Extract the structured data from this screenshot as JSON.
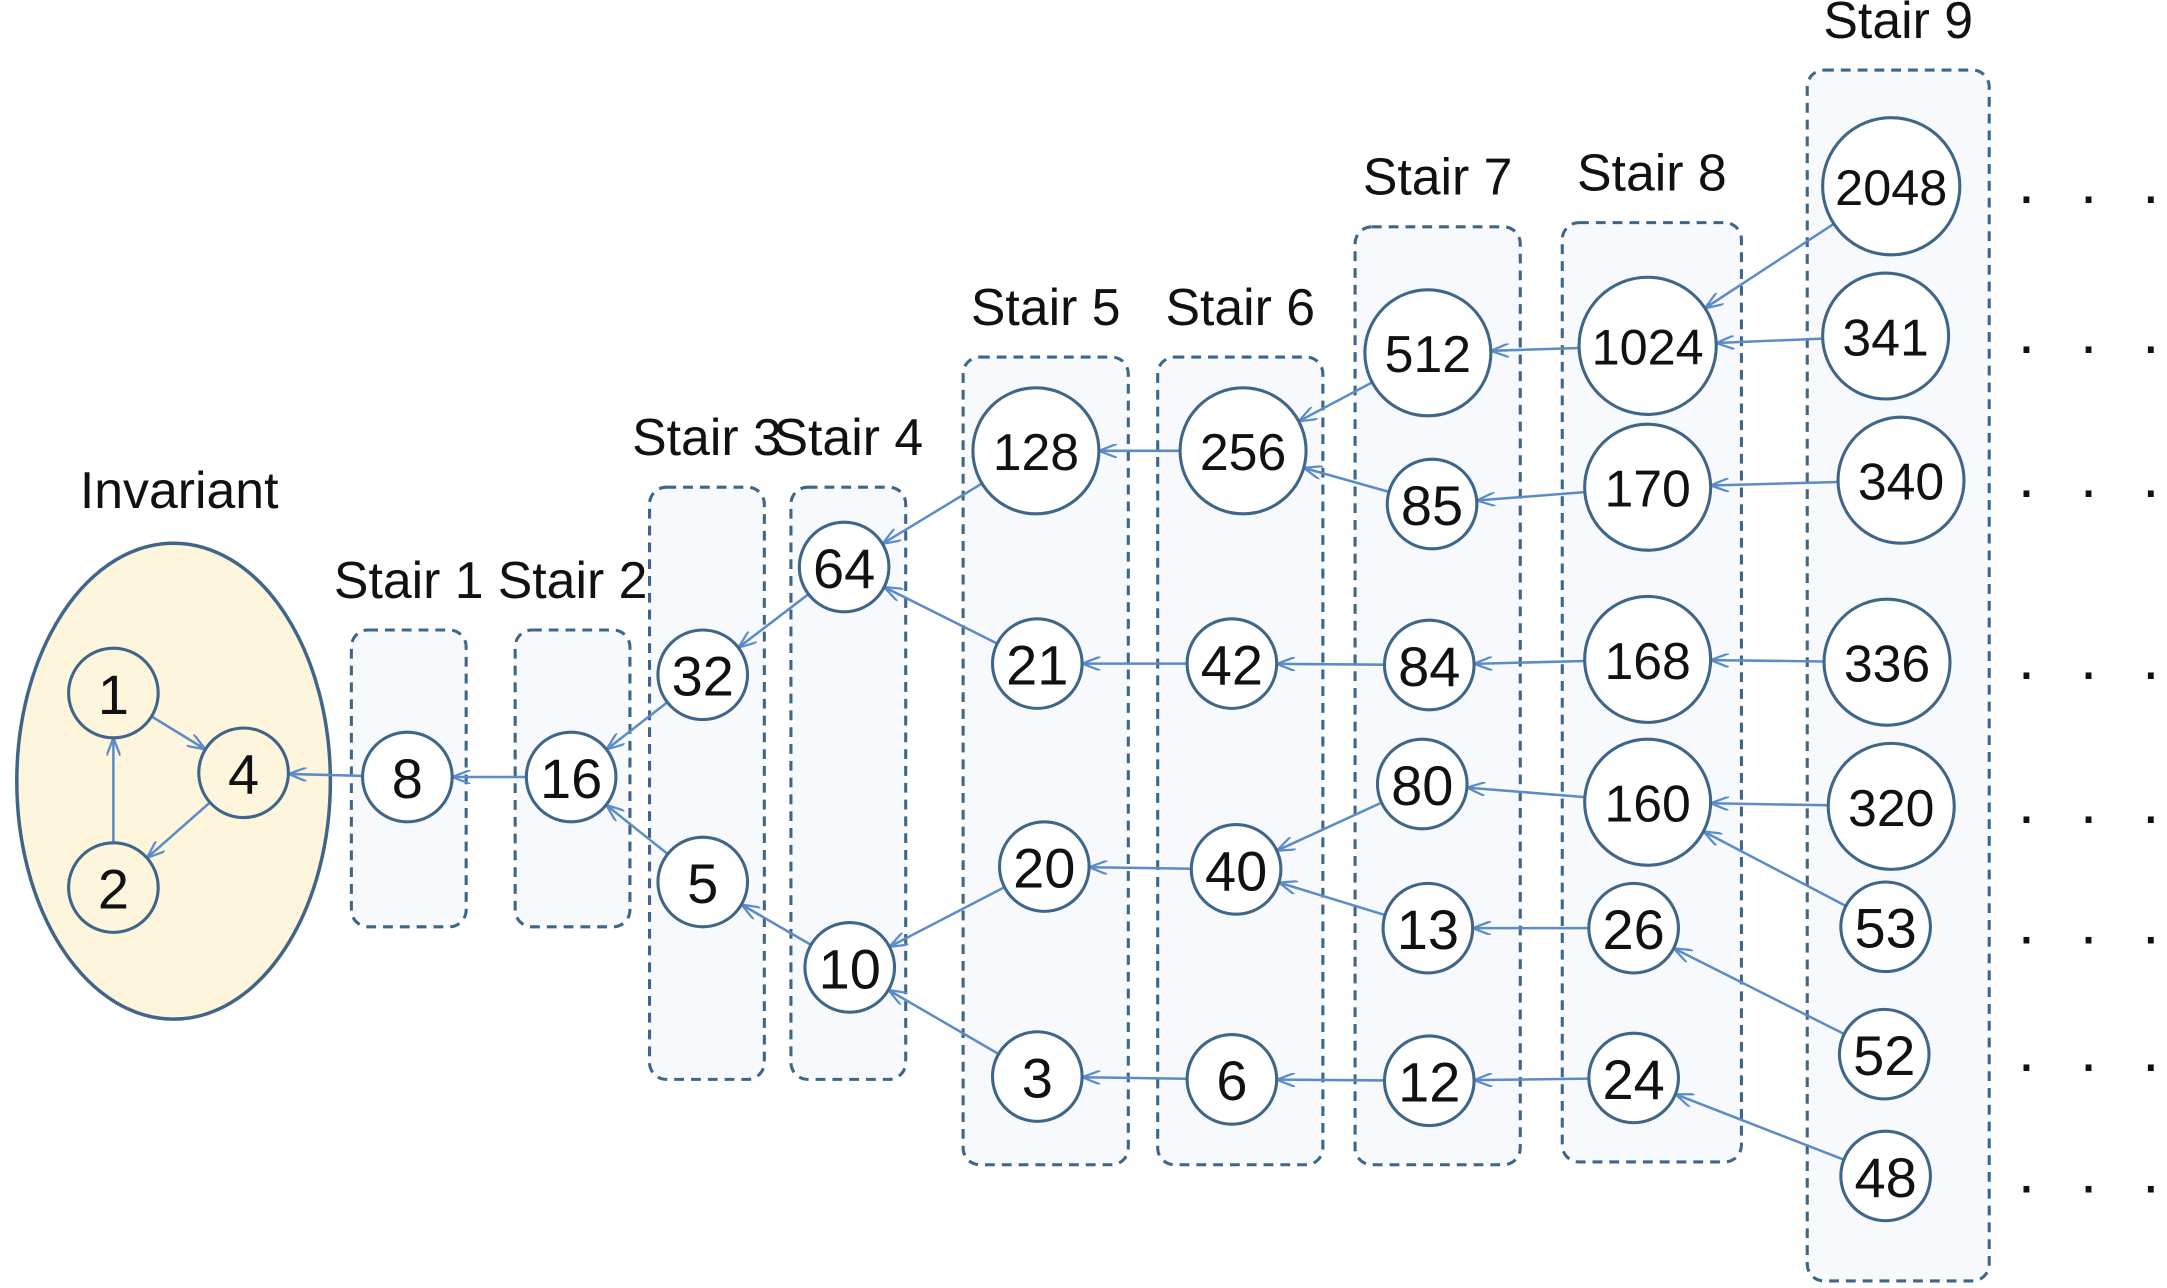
{
  "invariant": {
    "label": "Invariant",
    "nodes": [
      "1",
      "4",
      "2"
    ]
  },
  "stairs": [
    {
      "label": "Stair 1",
      "nodes": [
        "8"
      ]
    },
    {
      "label": "Stair 2",
      "nodes": [
        "16"
      ]
    },
    {
      "label": "Stair 3",
      "nodes": [
        "32",
        "5"
      ]
    },
    {
      "label": "Stair 4",
      "nodes": [
        "64",
        "10"
      ]
    },
    {
      "label": "Stair 5",
      "nodes": [
        "128",
        "21",
        "20",
        "3"
      ]
    },
    {
      "label": "Stair 6",
      "nodes": [
        "256",
        "42",
        "40",
        "6"
      ]
    },
    {
      "label": "Stair 7",
      "nodes": [
        "512",
        "85",
        "84",
        "80",
        "13",
        "12"
      ]
    },
    {
      "label": "Stair 8",
      "nodes": [
        "1024",
        "170",
        "168",
        "160",
        "26",
        "24"
      ]
    },
    {
      "label": "Stair 9",
      "nodes": [
        "2048",
        "341",
        "340",
        "336",
        "320",
        "53",
        "52",
        "48"
      ]
    }
  ],
  "edges": [
    [
      "1",
      "4"
    ],
    [
      "4",
      "2"
    ],
    [
      "2",
      "1"
    ],
    [
      "8",
      "4"
    ],
    [
      "16",
      "8"
    ],
    [
      "32",
      "16"
    ],
    [
      "5",
      "16"
    ],
    [
      "64",
      "32"
    ],
    [
      "10",
      "5"
    ],
    [
      "128",
      "64"
    ],
    [
      "21",
      "64"
    ],
    [
      "20",
      "10"
    ],
    [
      "3",
      "10"
    ],
    [
      "256",
      "128"
    ],
    [
      "42",
      "21"
    ],
    [
      "40",
      "20"
    ],
    [
      "6",
      "3"
    ],
    [
      "512",
      "256"
    ],
    [
      "85",
      "256"
    ],
    [
      "84",
      "42"
    ],
    [
      "80",
      "40"
    ],
    [
      "13",
      "40"
    ],
    [
      "12",
      "6"
    ],
    [
      "1024",
      "512"
    ],
    [
      "170",
      "85"
    ],
    [
      "168",
      "84"
    ],
    [
      "160",
      "80"
    ],
    [
      "26",
      "13"
    ],
    [
      "24",
      "12"
    ],
    [
      "2048",
      "1024"
    ],
    [
      "341",
      "1024"
    ],
    [
      "340",
      "170"
    ],
    [
      "336",
      "168"
    ],
    [
      "320",
      "160"
    ],
    [
      "53",
      "160"
    ],
    [
      "52",
      "26"
    ],
    [
      "48",
      "24"
    ]
  ],
  "continuation": ". . .",
  "colors": {
    "node_stroke": "#3f6688",
    "edge": "#5b8cc7",
    "invariant_fill": "#fdf5dc",
    "stair_fill": "#f7f9fc"
  }
}
